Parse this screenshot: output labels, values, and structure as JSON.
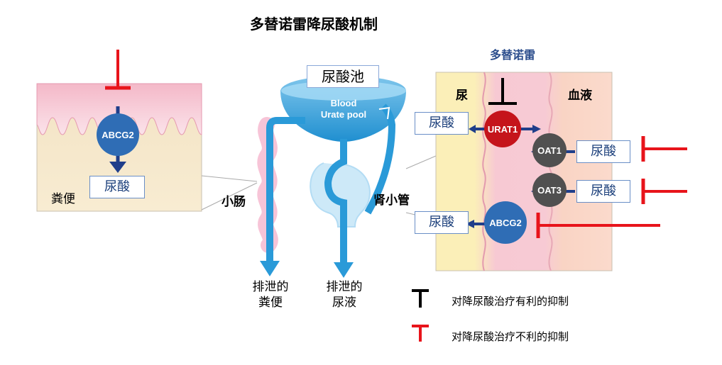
{
  "title": "多替诺雷降尿酸机制",
  "drug_label": "多替诺雷",
  "pool": {
    "label": "尿酸池",
    "blood_en_1": "Blood",
    "blood_en_2": "Urate pool"
  },
  "intestine": {
    "feces_label": "粪便",
    "transporter": "ABCG2",
    "urate_label": "尿酸",
    "organ_label": "小肠"
  },
  "kidney": {
    "urine_side": "尿",
    "blood_side": "血液",
    "organ_label": "肾小管",
    "transporters": [
      {
        "name": "URAT1",
        "color": "#c5141b"
      },
      {
        "name": "OAT1",
        "color": "#505050"
      },
      {
        "name": "OAT3",
        "color": "#505050"
      },
      {
        "name": "ABCG2",
        "color": "#2f6db5"
      }
    ],
    "urate_left_1": "尿酸",
    "urate_left_2": "尿酸",
    "urate_right_1": "尿酸",
    "urate_right_2": "尿酸"
  },
  "excretion": {
    "feces_line1": "排泄的",
    "feces_line2": "粪便",
    "urine_line1": "排泄的",
    "urine_line2": "尿液"
  },
  "legend": {
    "favorable": "对降尿酸治疗有利的抑制",
    "unfavorable": "对降尿酸治疗不利的抑制"
  },
  "colors": {
    "favorable": "#000000",
    "unfavorable": "#e8141b",
    "flow": "#2a9ad8",
    "abcg2": "#2f6db5",
    "urat1": "#c5141b",
    "oat": "#505050"
  }
}
